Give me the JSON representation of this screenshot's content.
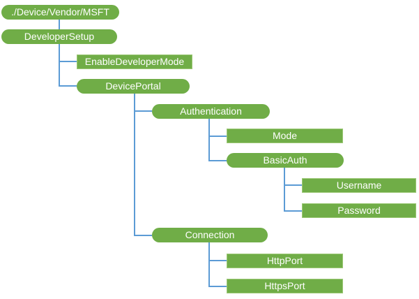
{
  "diagram": {
    "type": "tree",
    "colors": {
      "node_fill": "#70AD47",
      "node_text": "#FFFFFF",
      "connector": "#5B9BD5"
    },
    "nodes": [
      {
        "label": "./Device/Vendor/MSFT",
        "shape": "rounded",
        "depth": 0,
        "parent": null
      },
      {
        "label": "DeveloperSetup",
        "shape": "rounded",
        "depth": 0,
        "parent": "./Device/Vendor/MSFT"
      },
      {
        "label": "EnableDeveloperMode",
        "shape": "rect",
        "depth": 1,
        "parent": "DeveloperSetup"
      },
      {
        "label": "DevicePortal",
        "shape": "rounded",
        "depth": 1,
        "parent": "DeveloperSetup"
      },
      {
        "label": "Authentication",
        "shape": "rounded",
        "depth": 2,
        "parent": "DevicePortal"
      },
      {
        "label": "Mode",
        "shape": "rect",
        "depth": 3,
        "parent": "Authentication"
      },
      {
        "label": "BasicAuth",
        "shape": "rounded",
        "depth": 3,
        "parent": "Authentication"
      },
      {
        "label": "Username",
        "shape": "rect",
        "depth": 4,
        "parent": "BasicAuth"
      },
      {
        "label": "Password",
        "shape": "rect",
        "depth": 4,
        "parent": "BasicAuth"
      },
      {
        "label": "Connection",
        "shape": "rounded",
        "depth": 2,
        "parent": "DevicePortal"
      },
      {
        "label": "HttpPort",
        "shape": "rect",
        "depth": 3,
        "parent": "Connection"
      },
      {
        "label": "HttpsPort",
        "shape": "rect",
        "depth": 3,
        "parent": "Connection"
      }
    ]
  }
}
